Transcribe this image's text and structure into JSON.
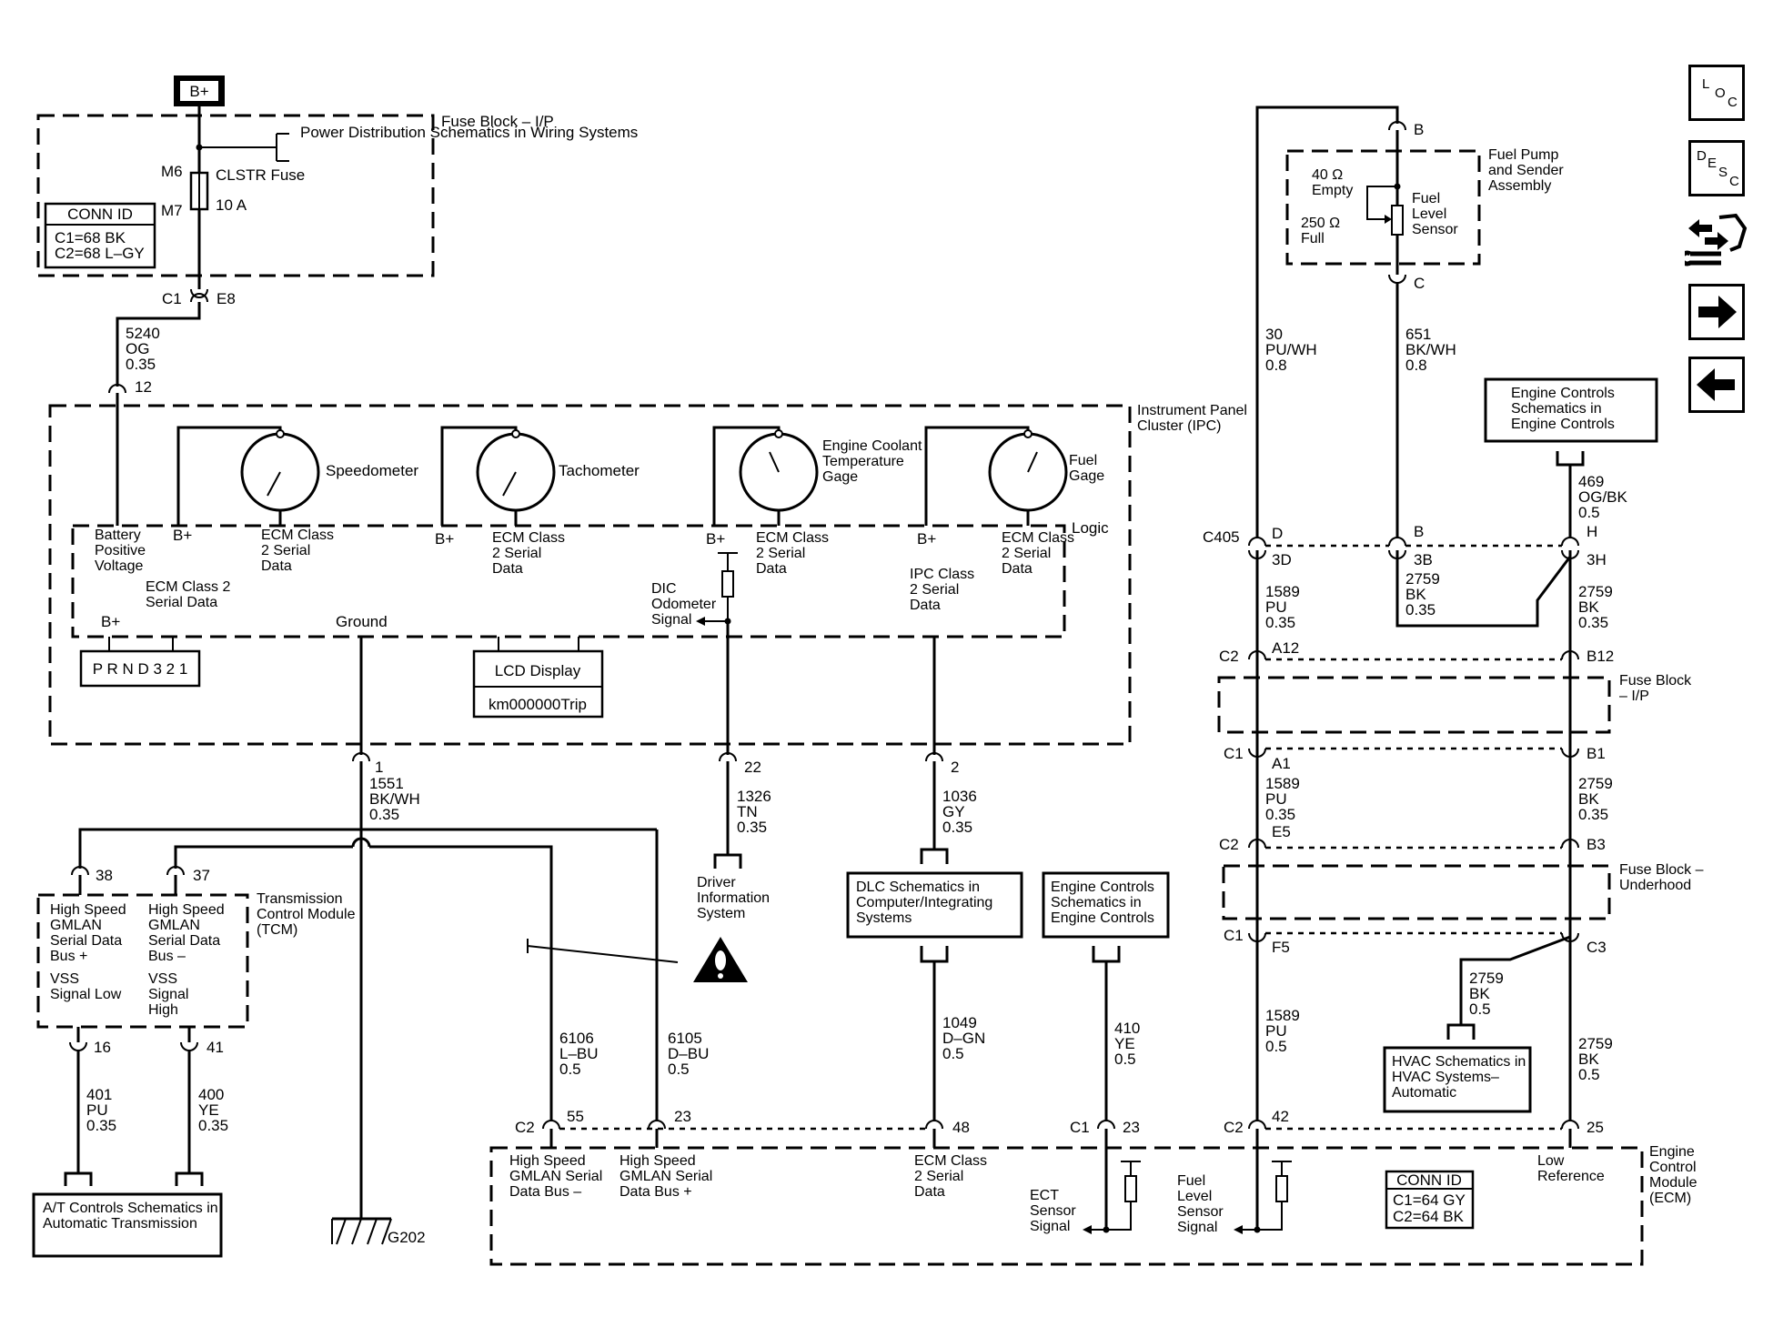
{
  "power": {
    "label": "B+"
  },
  "fuse_block_ip": {
    "label": "Fuse Block – I/P",
    "power_distribution": "Power Distribution Schematics in Wiring Systems",
    "fuse_name": "CLSTR Fuse",
    "fuse_rating": "10 A",
    "pin_in": "M6",
    "pin_out": "M7",
    "conn_id_title": "CONN ID",
    "conn_c1": "C1=68 BK",
    "conn_c2": "C2=68 L–GY",
    "connector": "C1",
    "pin": "E8"
  },
  "wires": {
    "w5240": {
      "circuit": "5240",
      "color": "OG",
      "size": "0.35"
    },
    "w1551": {
      "circuit": "1551",
      "color": "BK/WH",
      "size": "0.35"
    },
    "w1326": {
      "circuit": "1326",
      "color": "TN",
      "size": "0.35"
    },
    "w1036": {
      "circuit": "1036",
      "color": "GY",
      "size": "0.35"
    },
    "w401": {
      "circuit": "401",
      "color": "PU",
      "size": "0.35"
    },
    "w400": {
      "circuit": "400",
      "color": "YE",
      "size": "0.35"
    },
    "w6106": {
      "circuit": "6106",
      "color": "L–BU",
      "size": "0.5"
    },
    "w6105": {
      "circuit": "6105",
      "color": "D–BU",
      "size": "0.5"
    },
    "w1049": {
      "circuit": "1049",
      "color": "D–GN",
      "size": "0.5"
    },
    "w410": {
      "circuit": "410",
      "color": "YE",
      "size": "0.5"
    },
    "w30": {
      "circuit": "30",
      "color": "PU/WH",
      "size": "0.8"
    },
    "w651": {
      "circuit": "651",
      "color": "BK/WH",
      "size": "0.8"
    },
    "w469": {
      "circuit": "469",
      "color": "OG/BK",
      "size": "0.5"
    },
    "w1589a": {
      "circuit": "1589",
      "color": "PU",
      "size": "0.35"
    },
    "w2759a": {
      "circuit": "2759",
      "color": "BK",
      "size": "0.35"
    },
    "w2759b": {
      "circuit": "2759",
      "color": "BK",
      "size": "0.35"
    },
    "w1589b": {
      "circuit": "1589",
      "color": "PU",
      "size": "0.35"
    },
    "w2759c": {
      "circuit": "2759",
      "color": "BK",
      "size": "0.35"
    },
    "w1589c": {
      "circuit": "1589",
      "color": "PU",
      "size": "0.5"
    },
    "w2759d": {
      "circuit": "2759",
      "color": "BK",
      "size": "0.5"
    },
    "w2759e": {
      "circuit": "2759",
      "color": "BK",
      "size": "0.5"
    }
  },
  "ipc": {
    "label": "Instrument Panel Cluster (IPC)",
    "logic": "Logic",
    "pin_12": "12",
    "pin_1": "1",
    "pin_22": "22",
    "pin_2": "2",
    "speedometer": "Speedometer",
    "tachometer": "Tachometer",
    "ect_gage": "Engine Coolant Temperature Gage",
    "fuel_gage": "Fuel Gage",
    "battery_voltage": "Battery Positive Voltage",
    "bplus": "B+",
    "ecm_class2_data": "ECM Class 2 Serial Data",
    "ecm_class2_inline": "ECM Class 2 Serial Data",
    "ground": "Ground",
    "dic_odometer": "DIC Odometer Signal",
    "ipc_class2": "IPC Class 2 Serial Data",
    "prnd": "P R N D 3 2 1",
    "lcd_display": "LCD Display",
    "lcd_text": "km000000Trip"
  },
  "driver_info": "Driver Information System",
  "tcm": {
    "label": "Transmission Control Module (TCM)",
    "pin_38": "38",
    "pin_37": "37",
    "pin_16": "16",
    "pin_41": "41",
    "gmlan_plus": "High Speed GMLAN Serial Data Bus +",
    "gmlan_minus": "High Speed GMLAN Serial Data Bus –",
    "vss_low": "VSS Signal Low",
    "vss_high": "VSS Signal High"
  },
  "at_controls": "A/T Controls Schematics in Automatic Transmission",
  "ground_g202": "G202",
  "dlc": "DLC Schematics in Computer/Integrating Systems",
  "engine_controls_1": "Engine Controls Schematics in Engine Controls",
  "engine_controls_2": "Engine Controls Schematics in Engine Controls",
  "hvac": "HVAC Schematics in HVAC Systems– Automatic",
  "ecm": {
    "label": "Engine Control Module (ECM)",
    "c2": "C2",
    "c1": "C1",
    "c2b": "C2",
    "pin_55": "55",
    "pin_23a": "23",
    "pin_48": "48",
    "pin_23b": "23",
    "pin_42": "42",
    "pin_25": "25",
    "gmlan_minus": "High Speed GMLAN Serial Data Bus –",
    "gmlan_plus": "High Speed GMLAN Serial Data Bus +",
    "class2": "ECM Class 2 Serial Data",
    "ect_signal": "ECT Sensor Signal",
    "fuel_level_signal": "Fuel Level Sensor Signal",
    "low_reference": "Low Reference",
    "conn_id_title": "CONN ID",
    "conn_c1": "C1=64 GY",
    "conn_c2": "C2=64 BK"
  },
  "fuel_pump": {
    "label": "Fuel Pump and Sender Assembly",
    "pin_b": "B",
    "pin_c": "C",
    "empty": "40 Ω Empty",
    "full": "250 Ω Full",
    "sensor": "Fuel Level Sensor"
  },
  "c405": {
    "label": "C405",
    "pin_d": "D",
    "pin_b": "B",
    "pin_h": "H",
    "pin_3d": "3D",
    "pin_3b": "3B",
    "pin_3h": "3H"
  },
  "right_connectors": {
    "c2_top": "C2",
    "a12": "A12",
    "b12": "B12",
    "c1_a": "C1",
    "a1": "A1",
    "b1": "B1",
    "c2_mid": "C2",
    "e5": "E5",
    "b3": "B3",
    "c1_b": "C1",
    "f5": "F5",
    "c3": "C3"
  },
  "fuse_block_ip2": "Fuse Block – I/P",
  "fuse_block_underhood": "Fuse Block – Underhood",
  "nav": {
    "loc": [
      "L",
      "O",
      "C"
    ],
    "desc": [
      "D",
      "E",
      "S",
      "C"
    ]
  }
}
